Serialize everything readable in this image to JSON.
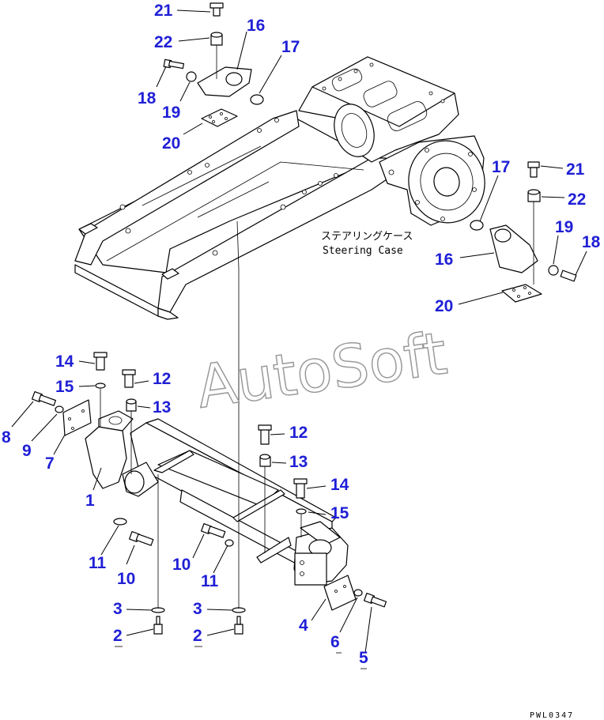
{
  "diagram": {
    "steering_case_jp": "ステアリングケース",
    "steering_case_en": "Steering Case",
    "watermark": "AutoSoft",
    "drawing_code": "PWL0347",
    "callouts": {
      "top_21": "21",
      "top_22": "22",
      "top_16": "16",
      "top_17": "17",
      "top_18": "18",
      "top_19": "19",
      "top_20": "20",
      "right_17": "17",
      "right_21": "21",
      "right_22": "22",
      "right_19": "19",
      "right_18": "18",
      "right_16": "16",
      "right_20": "20",
      "left_14": "14",
      "left_15": "15",
      "left_12": "12",
      "left_13": "13",
      "left_8": "8",
      "left_9": "9",
      "left_7": "7",
      "left_1": "1",
      "left_11": "11",
      "left_10": "10",
      "mid_12": "12",
      "mid_13": "13",
      "mid_14": "14",
      "mid_15": "15",
      "mid_10": "10",
      "mid_11": "11",
      "bl_3": "3",
      "bl_2": "2",
      "bm_3": "3",
      "bm_2": "2",
      "br_4": "4",
      "br_6": "6",
      "br_5": "5"
    }
  }
}
